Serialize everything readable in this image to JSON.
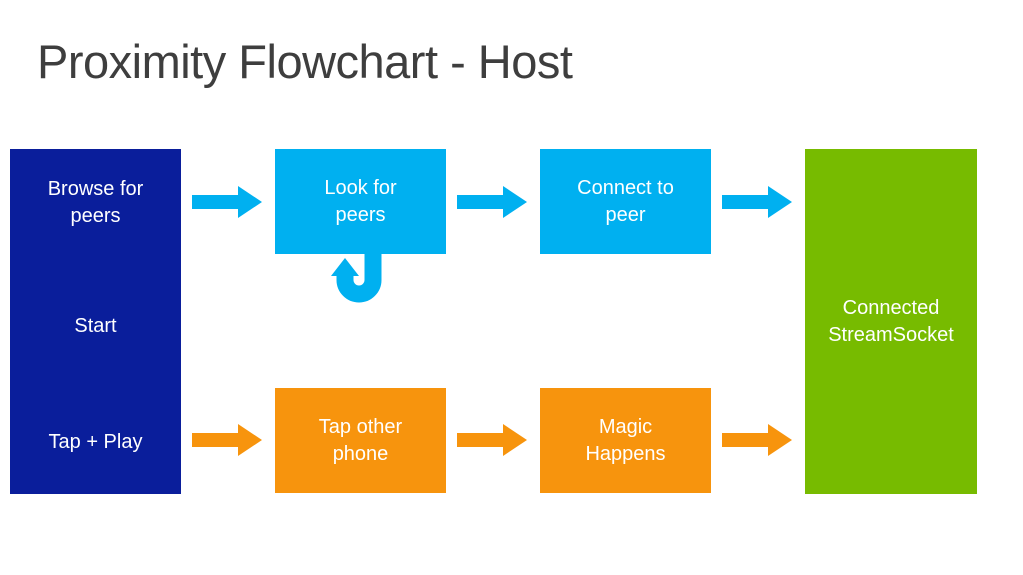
{
  "slide": {
    "title": "Proximity Flowchart - Host",
    "background": "#FFFFFF"
  },
  "colors": {
    "title_text": "#3E3E3E",
    "node_text": "#FFFFFF",
    "start_node_blue": "#0A1E9B",
    "process_cyan": "#00B0F0",
    "process_orange": "#F7940D",
    "end_node_green": "#77BB00"
  },
  "icons": {
    "arrow_right": "block-arrow-right",
    "loop": "u-turn-arrow-up"
  },
  "start_node": {
    "browse_line1": "Browse for",
    "browse_line2": "peers",
    "start_label": "Start",
    "tap_play_label": "Tap + Play"
  },
  "top_row": {
    "node1": {
      "line1": "Look for",
      "line2": "peers"
    },
    "node2": {
      "line1": "Connect to",
      "line2": "peer"
    }
  },
  "bottom_row": {
    "node1": {
      "line1": "Tap other",
      "line2": "phone"
    },
    "node2": {
      "line1": "Magic",
      "line2": "Happens"
    }
  },
  "end_node": {
    "line1": "Connected",
    "line2": "StreamSocket"
  }
}
